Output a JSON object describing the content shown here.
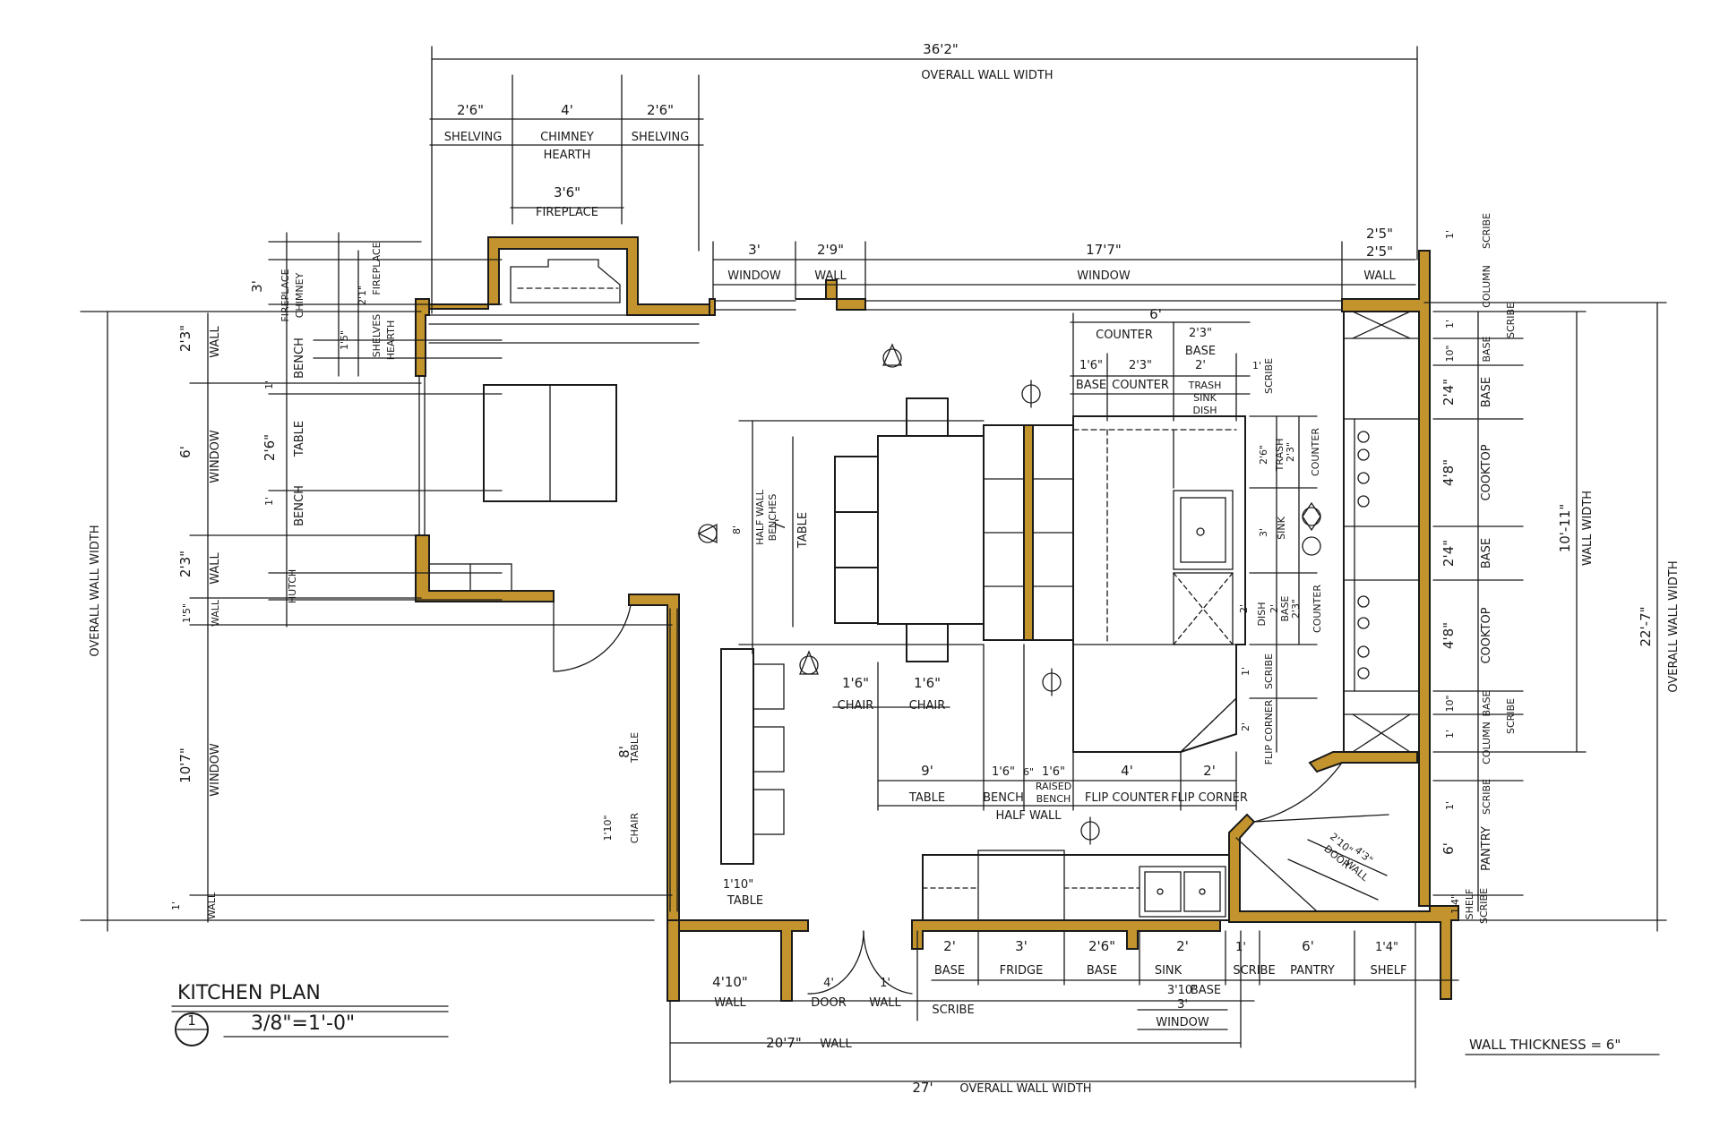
{
  "title": "KITCHEN PLAN",
  "scale": "3/8\"=1'-0\"",
  "detail_number": "1",
  "wall_thickness_note": "WALL THICKNESS = 6\"",
  "top": {
    "overall_dim": "36'2\"",
    "overall_label": "OVERALL WALL WIDTH",
    "shelving_left_dim": "2'6\"",
    "shelving_left_label": "SHELVING",
    "chimney_dim": "4'",
    "chimney_label_1": "CHIMNEY",
    "chimney_label_2": "HEARTH",
    "shelving_right_dim": "2'6\"",
    "shelving_right_label": "SHELVING",
    "fireplace_dim": "3'6\"",
    "fireplace_label": "FIREPLACE",
    "window1_dim": "3'",
    "window1_label": "WINDOW",
    "wall1_dim": "2'9\"",
    "wall1_label": "WALL",
    "window2_dim": "17'7\"",
    "window2_label": "WINDOW",
    "wall2_dim_a": "2'5\"",
    "wall2_dim_b": "2'5\"",
    "wall2_label": "WALL"
  },
  "left": {
    "overall_label": "OVERALL WALL WIDTH",
    "chimney_dim": "3'",
    "chimney_label": "CHIMNEY",
    "fireplace_label": "FIREPLACE",
    "shelves_label": "SHELVES",
    "hearth_label": "HEARTH",
    "shelves_dim": "1'5\"",
    "hearth_dim": "2'1\"",
    "wall1_dim": "2'3\"",
    "wall1_label": "WALL",
    "bench_label": "BENCH",
    "window1_dim": "6'",
    "window1_label": "WINDOW",
    "bench_table_dim": "2'6\"",
    "table_label": "TABLE",
    "bench2_label": "BENCH",
    "bench_dim_a": "1'",
    "bench_dim_b": "1'",
    "wall2_dim": "2'3\"",
    "wall2_label": "WALL",
    "hutch_label": "HUTCH",
    "wall3_dim": "1'5\"",
    "wall3_label": "WALL",
    "window2_dim": "10'7\"",
    "window2_label": "WINDOW",
    "wall4_dim": "1'",
    "wall4_label": "WALL",
    "chair_dim": "1'10\"",
    "chair_label": "CHAIR",
    "table2_dim": "8'",
    "table2_label": "TABLE"
  },
  "interior": {
    "half_wall_label": "HALF WALL",
    "benches_label": "BENCHES",
    "table_dim": "7'",
    "table_label": "TABLE",
    "half_wall_dim": "8'",
    "chair1_dim": "1'6\"",
    "chair1_label": "CHAIR",
    "chair2_dim": "1'6\"",
    "chair2_label": "CHAIR",
    "table3_dim": "1'10\"",
    "table3_label": "TABLE",
    "row_table_dim": "9'",
    "row_table_label": "TABLE",
    "row_bench_dim": "1'6\"",
    "row_bench_label": "BENCH",
    "row_half_dim": "6\"",
    "row_half_label": "HALF WALL",
    "row_raised_dim": "1'6\"",
    "row_raised_label_1": "RAISED",
    "row_raised_label_2": "BENCH",
    "row_flip_dim": "4'",
    "row_flip_label": "FLIP COUNTER",
    "row_flipcorner_dim": "2'",
    "row_flipcorner_label": "FLIP CORNER"
  },
  "island": {
    "top_dim": "6'",
    "counter_label": "COUNTER",
    "counter_dim": "2'3\"",
    "base_label": "BASE",
    "base_dim": "2'",
    "trash_label": "TRASH",
    "sink_label": "SINK",
    "dish_label": "DISH",
    "base2_dim": "1'6\"",
    "base2_label": "BASE",
    "counter2_dim": "2'3\"",
    "counter2_label": "COUNTER",
    "scribe_dim": "1'",
    "scribe_label": "SCRIBE",
    "v_trash_dim": "2'6\"",
    "v_trash_label": "TRASH",
    "v_counter_dim": "2'3\"",
    "v_counter_label": "COUNTER",
    "v_sink_dim": "3'",
    "v_sink_label": "SINK",
    "v_dish_dim": "2'",
    "v_dish_label": "DISH",
    "v_base_dim": "2'",
    "v_base_label": "BASE",
    "v_counter2_dim": "2'3\"",
    "v_counter2_label": "COUNTER",
    "v_scribe_dim": "1'",
    "v_scribe_label": "SCRIBE",
    "v_flip_dim": "2'",
    "v_flip_label": "FLIP CORNER"
  },
  "right": {
    "overall_dim": "22'-7\"",
    "overall_label": "OVERALL WALL WIDTH",
    "wall_width_dim": "10'-11\"",
    "wall_width_label": "WALL WIDTH",
    "scribe1_dim": "1'",
    "scribe1_label": "SCRIBE",
    "column1_dim": "1'",
    "column1_label": "COLUMN",
    "scribe1b_label": "SCRIBE",
    "base1_dim": "10\"",
    "base1_label": "BASE",
    "base2_dim": "2'4\"",
    "base2_label": "BASE",
    "cooktop1_dim": "4'8\"",
    "cooktop1_label": "COOKTOP",
    "base3_dim": "2'4\"",
    "base3_label": "BASE",
    "cooktop2_dim": "4'8\"",
    "cooktop2_label": "COOKTOP",
    "base4_dim": "10\"",
    "base4_label": "BASE",
    "column2_dim": "1'",
    "column2_label": "COLUMN",
    "scribe2_label": "SCRIBE",
    "scribe3_dim": "1'",
    "scribe3_label": "SCRIBE",
    "pantry_dim": "6'",
    "pantry_label": "PANTRY",
    "shelf_dim": "1'4\"",
    "shelf_label": "SHELF",
    "scribe4_label": "SCRIBE"
  },
  "bottom": {
    "wall1_dim": "4'10\"",
    "wall1_label": "WALL",
    "door_dim": "4'",
    "door_label": "DOOR",
    "wall2_dim": "1'",
    "wall2_label": "WALL",
    "scribe_label": "SCRIBE",
    "base1_dim": "2'",
    "base1_label": "BASE",
    "fridge_dim": "3'",
    "fridge_label": "FRIDGE",
    "base2_dim": "2'6\"",
    "base2_label": "BASE",
    "sink_dim": "2'",
    "sink_label": "SINK",
    "base3_dim": "3'10\"",
    "base3_label": "BASE",
    "window_dim": "3'",
    "window_label": "WINDOW",
    "scribe2_dim": "1'",
    "scribe2_label": "SCRIBE",
    "pantry_dim": "6'",
    "pantry_label": "PANTRY",
    "shelf_dim": "1'4\"",
    "shelf_label": "SHELF",
    "wall20_dim": "20'7\"",
    "wall20_label": "WALL",
    "overall_dim": "27'",
    "overall_label": "OVERALL WALL WIDTH",
    "pantry_door_dim": "2'10\"",
    "pantry_door_label": "DOOR",
    "pantry_wall_dim": "4'3\"",
    "pantry_wall_label": "WALL"
  }
}
